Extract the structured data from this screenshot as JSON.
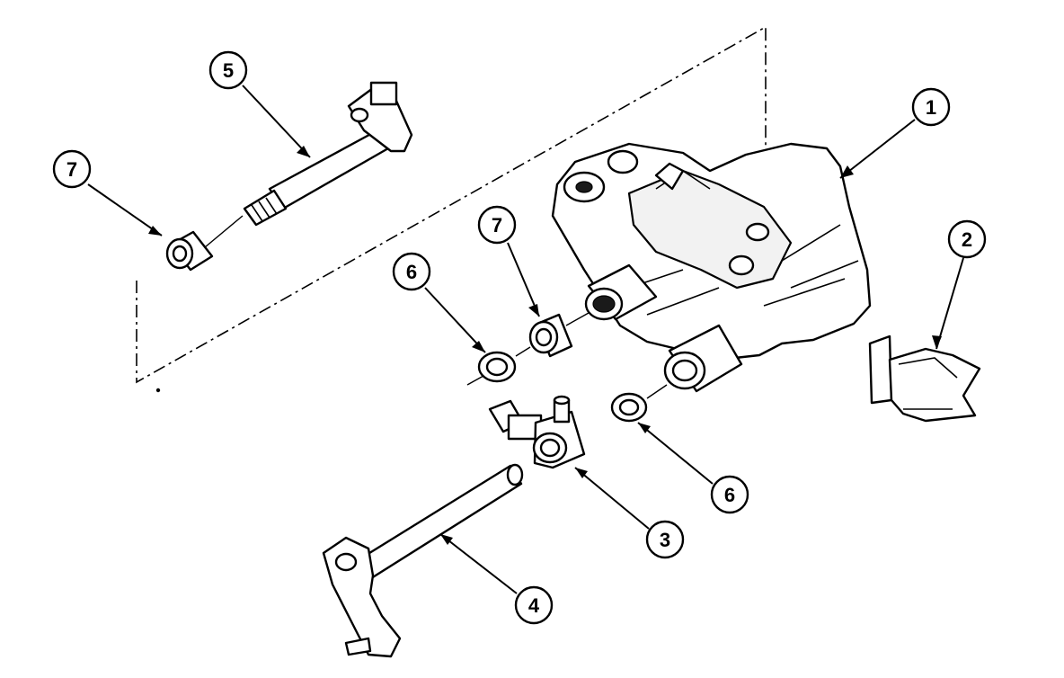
{
  "callouts": [
    {
      "id": "1",
      "label": "1"
    },
    {
      "id": "2",
      "label": "2"
    },
    {
      "id": "3",
      "label": "3"
    },
    {
      "id": "4",
      "label": "4"
    },
    {
      "id": "5",
      "label": "5"
    },
    {
      "id": "6a",
      "label": "6"
    },
    {
      "id": "6b",
      "label": "6"
    },
    {
      "id": "7a",
      "label": "7"
    },
    {
      "id": "7b",
      "label": "7"
    }
  ]
}
